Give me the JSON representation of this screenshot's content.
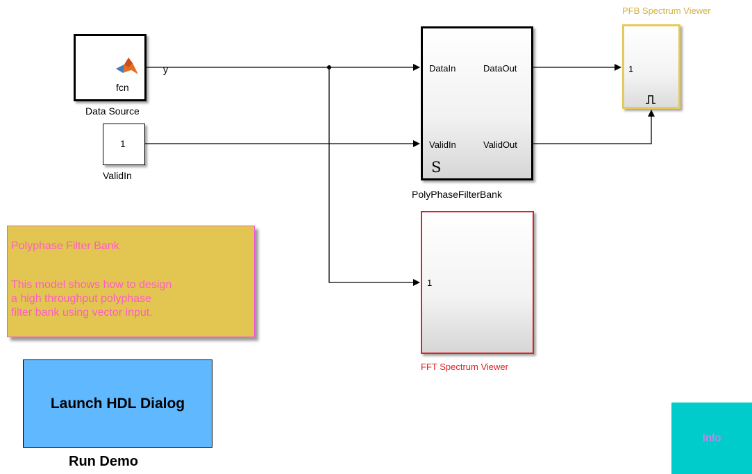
{
  "blocks": {
    "data_source": {
      "name": "Data Source",
      "function": "fcn",
      "output_port": "y",
      "icon": "matlab-function-icon"
    },
    "validin_const": {
      "name": "ValidIn",
      "value": "1"
    },
    "pfb": {
      "name": "PolyPhaseFilterBank",
      "in_ports": [
        "DataIn",
        "ValidIn"
      ],
      "out_ports": [
        "DataOut",
        "ValidOut"
      ],
      "marker": "S"
    },
    "pfb_viewer": {
      "name": "PFB Spectrum Viewer",
      "in_port": "1",
      "trigger_icon": "pulse-trigger-icon"
    },
    "fft_viewer": {
      "name": "FFT Spectrum Viewer",
      "in_port": "1"
    }
  },
  "annotation": {
    "title": "Polyphase Filter Bank",
    "lines": [
      "This model shows how to design",
      "a high throughput polyphase",
      "filter bank using vector input."
    ]
  },
  "buttons": {
    "launch_hdl": "Launch HDL Dialog",
    "run_demo": "Run Demo",
    "info": "Info"
  },
  "colors": {
    "pfb_viewer_border": "#e6c95a",
    "pfb_viewer_label": "#d4b23c",
    "fft_viewer_border": "#e02020",
    "fft_viewer_label": "#e02020",
    "annotation_bg": "#e3c651",
    "annotation_text": "#ff5cc8",
    "launch_button_bg": "#60b8ff",
    "info_button_bg": "#00cccc",
    "info_text": "#ee77ee"
  }
}
